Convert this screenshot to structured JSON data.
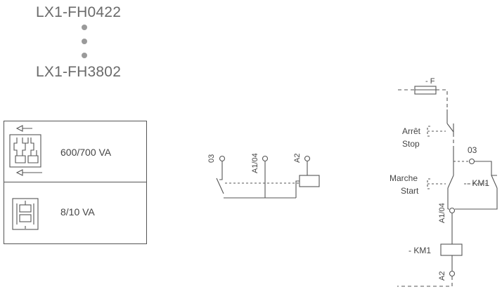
{
  "header": {
    "model_from": "LX1-FH0422",
    "model_to": "LX1-FH3802"
  },
  "ratings": {
    "inrush": "600/700 VA",
    "sealed": "8/10 VA"
  },
  "terminal_diagram": {
    "t03": "03",
    "ta1": "A1/04",
    "ta2": "A2"
  },
  "control_circuit": {
    "fuse": "- F",
    "stop_fr": "Arrêt",
    "stop_en": "Stop",
    "start_fr": "Marche",
    "start_en": "Start",
    "t03": "03",
    "km1_contact": "- KM1",
    "ta1": "A1/04",
    "km1_coil": "- KM1",
    "ta2": "A2"
  }
}
